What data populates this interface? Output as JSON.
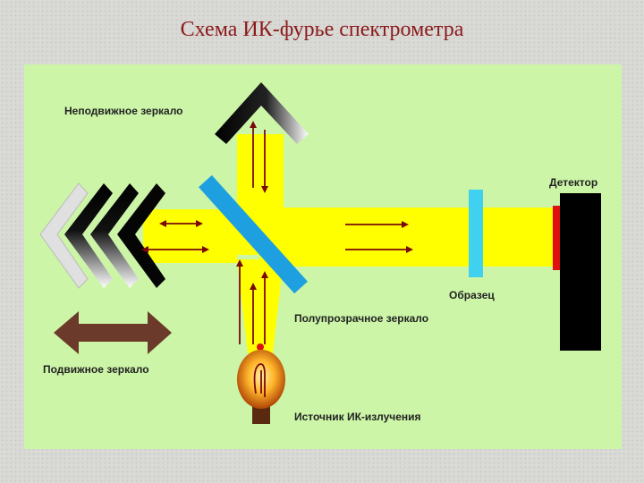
{
  "title": "Схема ИК-фурье спектрометра",
  "labels": {
    "fixed_mirror": "Неподвижное зеркало",
    "detector": "Детектор",
    "sample": "Образец",
    "beam_splitter": "Полупрозрачное зеркало",
    "moving_mirror": "Подвижное зеркало",
    "ir_source": "Источник ИК-излучения"
  },
  "colors": {
    "beam": "#ffff00",
    "panel": "#ccf5a8",
    "splitter": "#1ea0e0",
    "sample": "#40d0f0",
    "detector": "#000000",
    "detector_face": "#e01010",
    "arrows": "#7a0a0a",
    "moving_arrow": "#6b3a2a",
    "title": "#8b1a1a"
  }
}
